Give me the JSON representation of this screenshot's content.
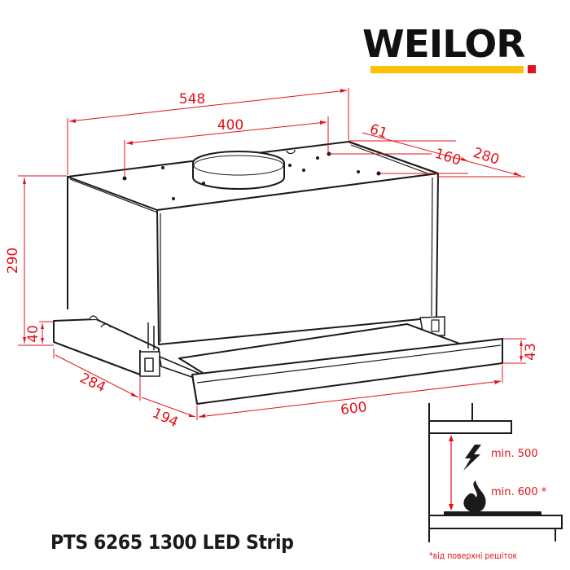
{
  "brand": {
    "name": "WEILOR",
    "bar_color": "#ffc107",
    "accent_square_color": "#e3121b",
    "text_color": "#111111"
  },
  "product": {
    "model": "PTS 6265 1300 LED Strip"
  },
  "dimensions": {
    "unit": "mm",
    "overall_width_top": "548",
    "mount_holes_span": "400",
    "rear_offset": "61",
    "hole_depth": "160",
    "body_depth": "280",
    "body_height": "290",
    "base_height": "40",
    "side_depth": "284",
    "slide_extension": "194",
    "front_panel_width": "600",
    "front_panel_height": "43"
  },
  "installation": {
    "electric_min_label": "min. 500",
    "gas_min_label": "min. 600 *",
    "electric_icon": "lightning-bolt-icon",
    "gas_icon": "flame-icon",
    "footnote": "*від поверхні решіток"
  },
  "colors": {
    "dimension_lines": "#e3121b",
    "outline": "#1a1a1a"
  }
}
